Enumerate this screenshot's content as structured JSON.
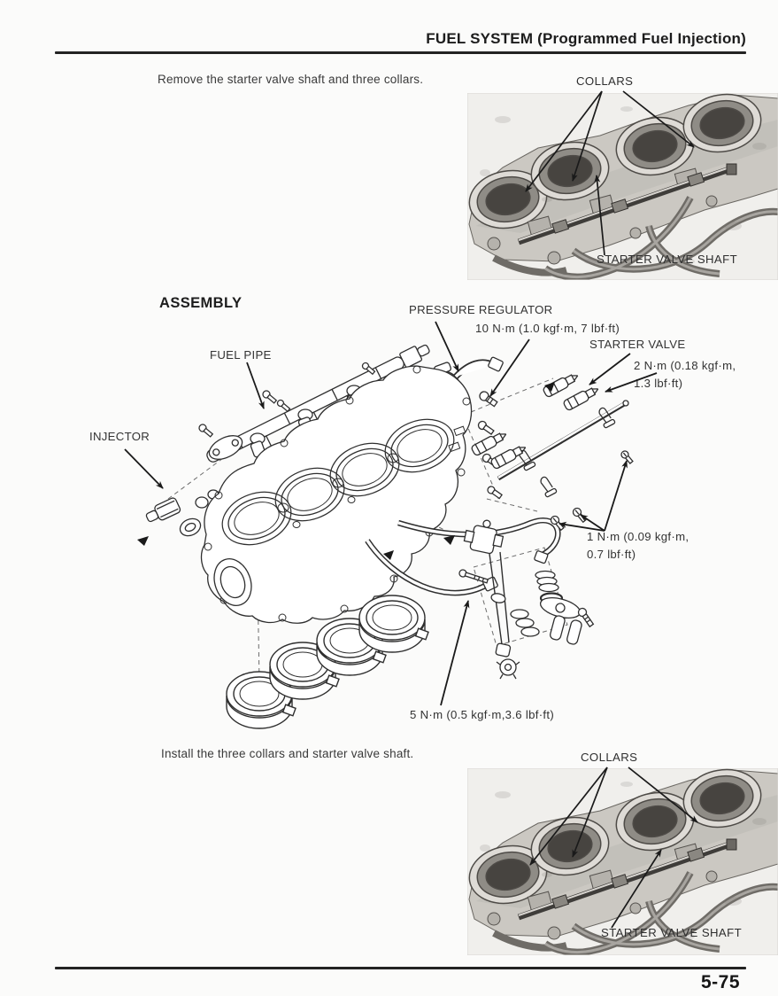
{
  "theme": {
    "paper": "#fbfbfa",
    "ink": "#2b2b2b",
    "photo_gray": "#cbc8c2"
  },
  "header": {
    "title": "FUEL SYSTEM (Programmed Fuel Injection)"
  },
  "footer": {
    "page_number": "5-75"
  },
  "remove_section": {
    "instruction": "Remove the starter valve shaft and three collars.",
    "photo_labels": {
      "collars": "COLLARS",
      "starter_valve_shaft": "STARTER VALVE SHAFT"
    }
  },
  "assembly_section": {
    "heading": "ASSEMBLY",
    "labels": {
      "pressure_regulator": "PRESSURE REGULATOR",
      "pressure_regulator_torque": "10 N·m (1.0 kgf·m, 7 lbf·ft)",
      "starter_valve": "STARTER VALVE",
      "starter_valve_torque_1": "2 N·m (0.18 kgf·m,",
      "starter_valve_torque_2": "1.3 lbf·ft)",
      "fuel_pipe": "FUEL PIPE",
      "injector": "INJECTOR",
      "screw_torque_1": "1 N·m (0.09 kgf·m,",
      "screw_torque_2": "0.7 lbf·ft)",
      "mount_torque": "5 N·m (0.5 kgf·m,3.6 lbf·ft)"
    }
  },
  "install_section": {
    "instruction": "Install the three collars and starter valve shaft.",
    "photo_labels": {
      "collars": "COLLARS",
      "starter_valve_shaft": "STARTER VALVE SHAFT"
    }
  }
}
